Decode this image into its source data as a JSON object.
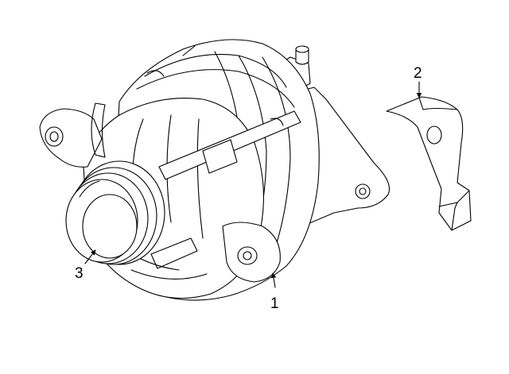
{
  "callouts": [
    {
      "id": "1",
      "text": "1"
    },
    {
      "id": "2",
      "text": "2"
    },
    {
      "id": "3",
      "text": "3"
    }
  ],
  "parts": [
    "alternator",
    "alternator-bracket",
    "alternator-pulley"
  ]
}
